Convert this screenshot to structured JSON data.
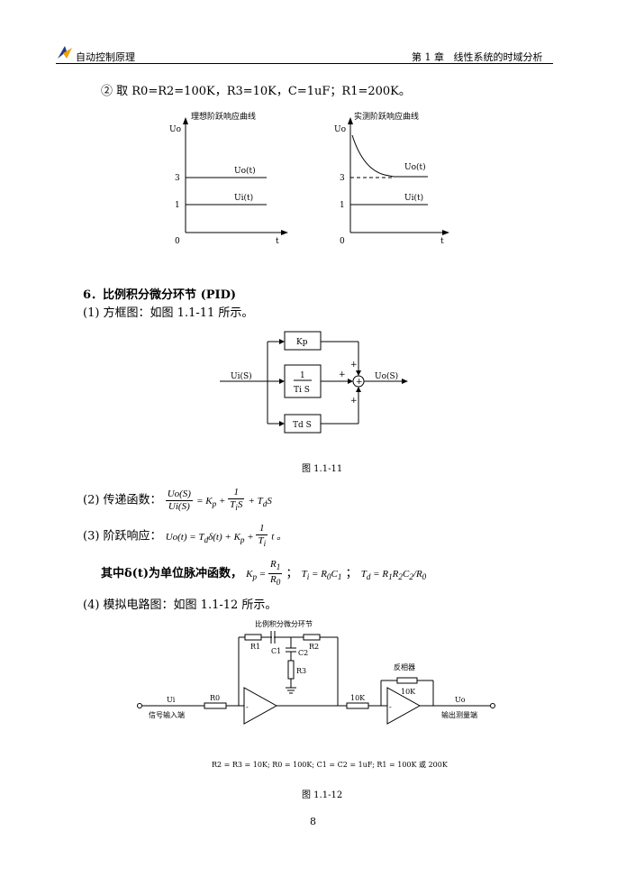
{
  "header": {
    "book_title": "自动控制原理",
    "chapter": "第 1 章",
    "chapter_title": "线性系统的时域分析"
  },
  "param_line": "② 取 R0=R2=100K，R3=10K，C=1uF；R1=200K。",
  "plots": {
    "ideal": {
      "title": "理想阶跃响应曲线",
      "ylabel": "Uo",
      "xlabel": "t",
      "origin": "0",
      "y3": "3",
      "y1": "1",
      "uo_label": "Uo(t)",
      "ui_label": "Ui(t)"
    },
    "actual": {
      "title": "实测阶跃响应曲线",
      "ylabel": "Uo",
      "xlabel": "t",
      "origin": "0",
      "y3": "3",
      "y1": "1",
      "uo_label": "Uo(t)",
      "ui_label": "Ui(t)"
    }
  },
  "section": {
    "title": "6．比例积分微分环节 (PID)",
    "item1": "(1) 方框图：如图 1.1-11 所示。",
    "item2_label": "(2) 传递函数：",
    "item3_label": "(3) 阶跃响应：",
    "note_prefix": "其中δ(t)为单位脉冲函数，",
    "item4": "(4) 模拟电路图：如图 1.1-12 所示。"
  },
  "block_diagram": {
    "input": "Ui(S)",
    "output": "Uo(S)",
    "kp": "Kp",
    "ti_num": "1",
    "ti_den": "Ti S",
    "td": "Td S",
    "plus": "+",
    "caption": "图 1.1-11"
  },
  "circuit": {
    "title": "比例积分微分环节",
    "r1": "R1",
    "c1": "C1",
    "c2": "C2",
    "r2": "R2",
    "r3": "R3",
    "r0": "R0",
    "ui": "Ui",
    "input_label": "信号输入端",
    "inverter": "反相器",
    "r10k_a": "10K",
    "r10k_b": "10K",
    "uo": "Uo",
    "output_label": "输出测量端",
    "minus": "-",
    "params": "R2 = R3 = 10K; R0 = 100K; C1 = C2 = 1uF; R1 = 100K   或   200K",
    "caption": "图 1.1-12"
  },
  "page_number": "8"
}
